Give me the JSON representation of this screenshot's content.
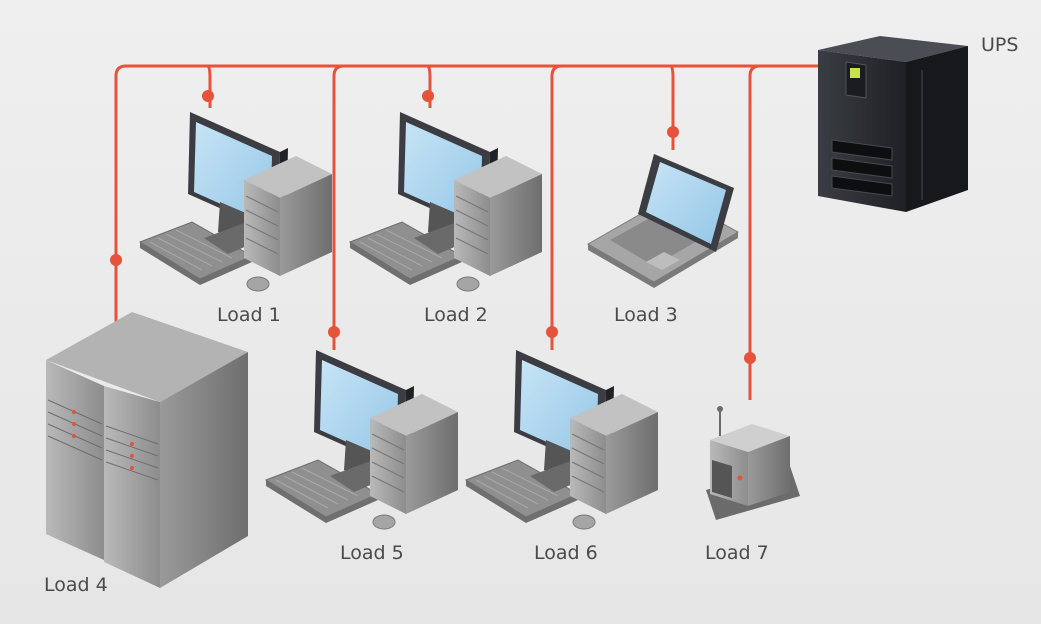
{
  "diagram": {
    "ups_label": "UPS",
    "loads": [
      {
        "label": "Load 1",
        "device": "desktop-computer"
      },
      {
        "label": "Load 2",
        "device": "desktop-computer"
      },
      {
        "label": "Load 3",
        "device": "laptop"
      },
      {
        "label": "Load 4",
        "device": "server-rack"
      },
      {
        "label": "Load 5",
        "device": "desktop-computer"
      },
      {
        "label": "Load 6",
        "device": "desktop-computer"
      },
      {
        "label": "Load 7",
        "device": "network-device"
      }
    ],
    "colors": {
      "power_line": "#e5533a",
      "background": "#ebebeb",
      "device_gray": "#8c8c8c",
      "screen_blue": "#a9d3ee",
      "ups_body": "#2a2c31"
    }
  }
}
